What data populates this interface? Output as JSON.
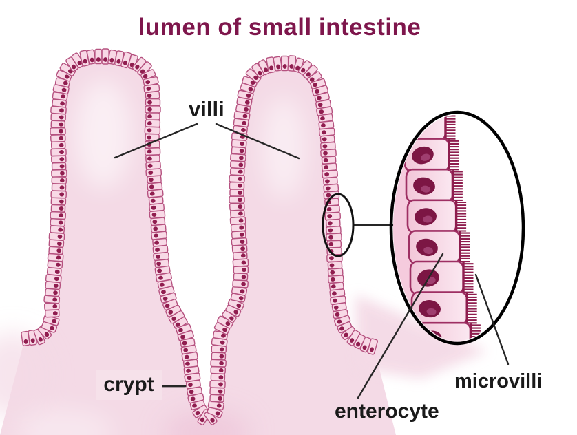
{
  "title": {
    "text": "lumen of small intestine",
    "color": "#7e164c"
  },
  "labels": {
    "villi": "villi",
    "crypt": "crypt",
    "enterocyte": "enterocyte",
    "microvilli": "microvilli"
  },
  "colors": {
    "background": "#ffffff",
    "tissue_wash": "#f4dae6",
    "tissue_shadow": "#eec8da",
    "cell_fill": "#f8d9e6",
    "cell_outline": "#b5517f",
    "nucleus": "#901d4f",
    "inset_outline": "#000000",
    "inset_backdrop": "#f5cbdd",
    "inset_cell_outline": "#9e2f63",
    "inset_cell_fill_dark": "#f2c6d8",
    "inset_cell_fill_light": "#fbe8f1",
    "inset_nucleus": "#7c1644",
    "inset_nucleus_highlight": "#a8487a",
    "microvilli_color": "#8e1d4e",
    "line_color": "#262626",
    "crypt_label_bg": "#f6e1ea"
  }
}
